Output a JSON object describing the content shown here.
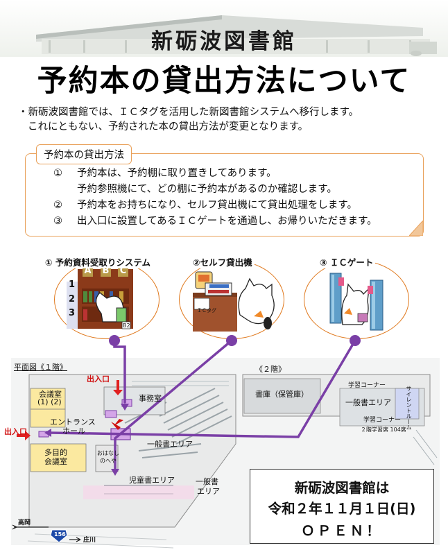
{
  "header": {
    "library_name": "新砺波図書館",
    "title": "予約本の貸出方法について"
  },
  "intro": {
    "line1": "・新砺波図書館では、ＩＣタグを活用した新図書館システムへ移行します。",
    "line2": "これにともない、予約された本の貸出方法が変更となります。"
  },
  "method": {
    "label": "予約本の貸出方法",
    "steps": [
      {
        "num": "①",
        "text": "予約本は、予約棚に取り置きしてあります。"
      },
      {
        "num": "",
        "text": "予約参照機にて、どの棚に予約本があるのか確認します。"
      },
      {
        "num": "②",
        "text": "予約本をお持ちになり、セルフ貸出機にて貸出処理をします。"
      },
      {
        "num": "③",
        "text": "出入口に設置してあるＩＣゲートを通過し、お帰りいただきます。"
      }
    ]
  },
  "stations": [
    {
      "title": "① 予約資料受取りシステム",
      "shelf_letters": [
        "A",
        "B",
        "C"
      ],
      "shelf_numbers": [
        "1",
        "2",
        "3"
      ],
      "tag": "B2"
    },
    {
      "title": "②セルフ貸出機",
      "device_label": "ＩＣタグ"
    },
    {
      "title": "③ ＩＣゲート"
    }
  ],
  "floor1": {
    "title": "平面図《１階》",
    "entrance_top": "出入口",
    "entrance_left": "出入口",
    "meeting_room": "会議室",
    "meeting_room_sub": "(1) (2)",
    "office": "事務室",
    "entrance_hall_1": "エントランス",
    "entrance_hall_2": "ホール",
    "multi_room_1": "多目的",
    "multi_room_2": "会議室",
    "story_room_1": "おはなし",
    "story_room_2": "のへや",
    "general_area_top": "一般書エリア",
    "children_area": "児童書エリア",
    "general_area_1": "一般書",
    "general_area_2": "エリア"
  },
  "floor2": {
    "title": "《２階》",
    "stack_room": "書庫（保管庫）",
    "study_corner_top": "学習コーナー",
    "general_area": "一般書エリア",
    "silent_room": "サイレントルーム",
    "study_corner_bottom": "学習コーナー",
    "seats": "２階学習席 104席"
  },
  "road": {
    "left_place": "高岡",
    "route_number": "156",
    "right_place": "庄川"
  },
  "opening": {
    "line1": "新砺波図書館は",
    "line2": "令和２年１１月１日(日)",
    "line3": "ＯＰＥＮ！"
  }
}
